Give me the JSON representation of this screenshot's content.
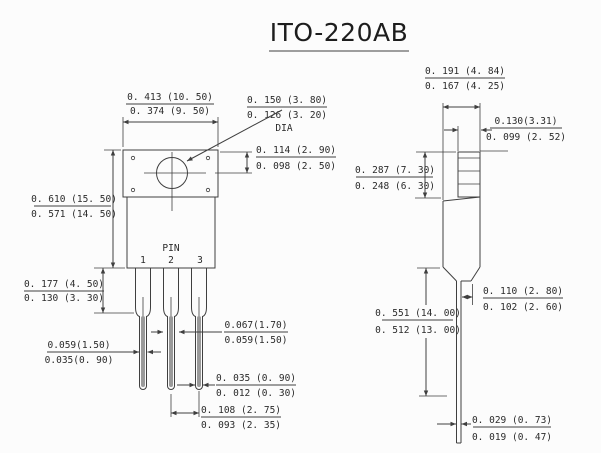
{
  "title": "ITO-220AB",
  "front_view": {
    "pin_label": "PIN",
    "pin_numbers": [
      "1",
      "2",
      "3"
    ],
    "dims": {
      "tab_width": {
        "top": "0. 413 (10. 50)",
        "bottom": "0. 374 (9. 50)"
      },
      "hole_dia": {
        "top": "0. 150 (3. 80)",
        "bottom": "0. 126 (3. 20)",
        "label": "DIA"
      },
      "hole_offset": {
        "top": "0. 114 (2. 90)",
        "bottom": "0. 098 (2. 50)"
      },
      "body_height": {
        "top": "0. 610 (15. 50)",
        "bottom": "0. 571 (14. 50)"
      },
      "shoulder_length": {
        "top": "0. 177 (4. 50)",
        "bottom": "0. 130 (3. 30)"
      },
      "lead_width_narrow": {
        "top": "0.059(1.50)",
        "bottom": "0.035(0. 90)"
      },
      "lead_width_wide": {
        "top": "0.067(1.70)",
        "bottom": "0.059(1.50)"
      },
      "lead_tip_width": {
        "top": "0. 035 (0. 90)",
        "bottom": "0. 012 (0. 30)"
      },
      "lead_pitch": {
        "top": "0. 108 (2. 75)",
        "bottom": "0. 093 (2. 35)"
      }
    }
  },
  "side_view": {
    "dims": {
      "body_depth": {
        "top": "0. 191 (4. 84)",
        "bottom": "0. 167 (4. 25)"
      },
      "tab_depth": {
        "top": "0.130(3.31)",
        "bottom": "0. 099 (2. 52)"
      },
      "tab_height": {
        "top": "0. 287 (7. 30)",
        "bottom": "0. 248 (6. 30)"
      },
      "lead_offset": {
        "top": "0. 110 (2. 80)",
        "bottom": "0. 102 (2. 60)"
      },
      "lead_length": {
        "top": "0. 551 (14. 00)",
        "bottom": "0. 512 (13. 00)"
      },
      "lead_thickness": {
        "top": "0. 029 (0. 73)",
        "bottom": "0. 019 (0. 47)"
      }
    }
  },
  "colors": {
    "line": "#3f3f3f",
    "text": "#2b2b2b",
    "lead_fill": "#9a9a9a",
    "background": "#fcfcfc"
  }
}
